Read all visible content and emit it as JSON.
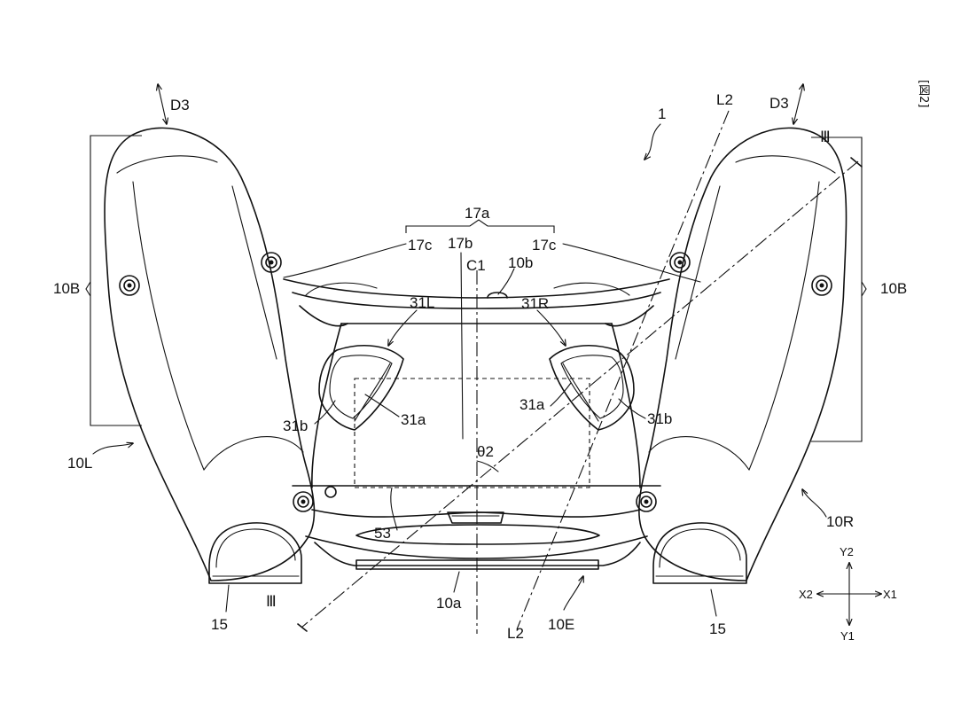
{
  "figure": {
    "tag": "[図2]"
  },
  "labels": {
    "ref_1": "1",
    "D3_left": "D3",
    "D3_right": "D3",
    "L2_top": "L2",
    "L2_bottom": "L2",
    "III_top": "Ⅲ",
    "III_bottom": "Ⅲ",
    "ref_17a": "17a",
    "ref_17b": "17b",
    "ref_17c_left": "17c",
    "ref_17c_right": "17c",
    "C1": "C1",
    "ref_10b": "10b",
    "ref_10B_left": "10B",
    "ref_10B_right": "10B",
    "ref_31L": "31L",
    "ref_31R": "31R",
    "ref_31a_left": "31a",
    "ref_31a_right": "31a",
    "ref_31b_left": "31b",
    "ref_31b_right": "31b",
    "theta2": "θ2",
    "ref_10L": "10L",
    "ref_10R": "10R",
    "ref_53": "53",
    "ref_15_left": "15",
    "ref_15_right": "15",
    "ref_10a": "10a",
    "ref_10E": "10E"
  },
  "axes": {
    "Y2": "Y2",
    "Y1": "Y1",
    "X1": "X1",
    "X2": "X2"
  }
}
